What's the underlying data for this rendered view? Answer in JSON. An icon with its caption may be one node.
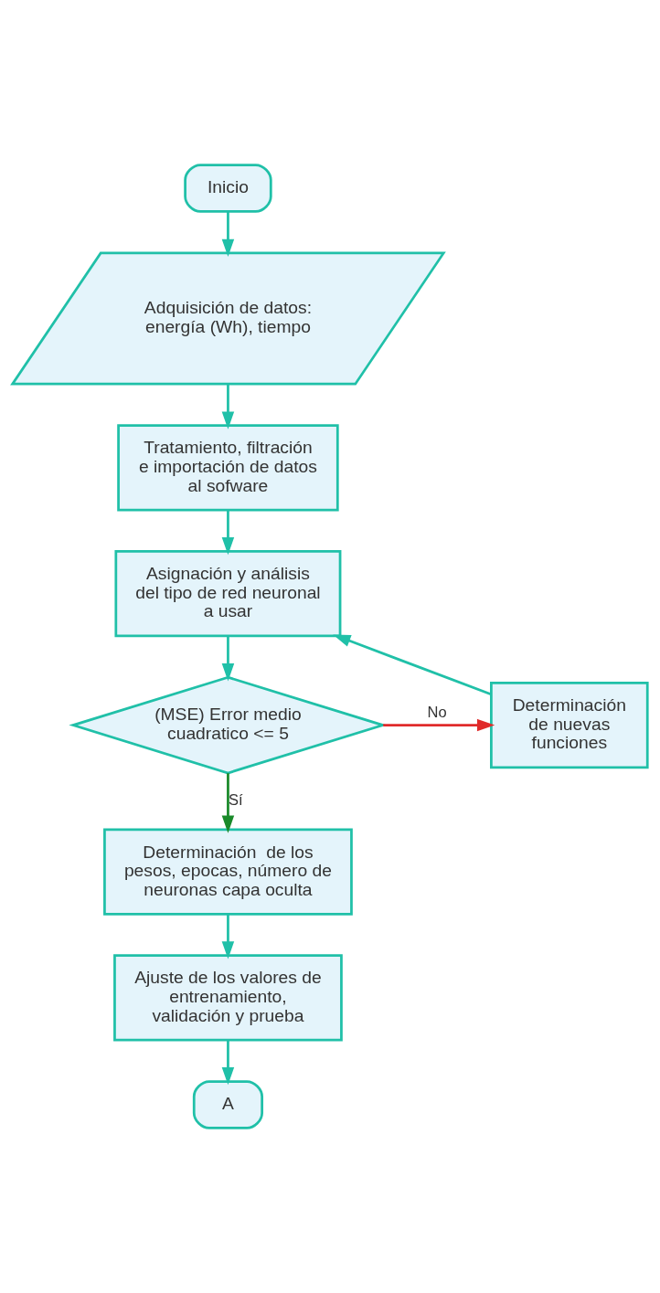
{
  "diagram": {
    "nodes": [
      {
        "text": [
          "Inicio"
        ]
      },
      {
        "text": [
          "Adquisición de datos: energía (Wh), tiempo"
        ]
      },
      {
        "text": [
          "Tratamiento, filtración e importación de datos al sofware"
        ]
      },
      {
        "text": [
          "Asignación y análisis del tipo de red neuronal a usar"
        ]
      },
      {
        "text": [
          "(MSE) Error medio cuadratico <= 5"
        ]
      },
      {
        "text": [
          "Determinación de nuevas funciones"
        ]
      },
      {
        "text": [
          "Determinación  de los pesos, epocas, número de neuronas capa oculta"
        ]
      },
      {
        "text": [
          "Ajuste de los valores de entrenamiento, validación y prueba"
        ]
      },
      {
        "text": [
          "A"
        ]
      }
    ],
    "edges": [
      {
        "from": 0,
        "to": 1,
        "arrow": "to"
      },
      {
        "from": 1,
        "to": 2,
        "arrow": "to"
      },
      {
        "from": 2,
        "to": 3,
        "arrow": "to"
      },
      {
        "from": 3,
        "to": 4,
        "arrow": "to"
      },
      {
        "from": 4,
        "to": 5,
        "arrow": "to",
        "label": "No",
        "color": "#e02a2a"
      },
      {
        "from": 5,
        "to": 3,
        "arrow": "to"
      },
      {
        "from": 4,
        "to": 6,
        "arrow": "to",
        "label": "Sí",
        "color": "#1a8a2a"
      },
      {
        "from": 6,
        "to": 7,
        "arrow": "to"
      },
      {
        "from": 7,
        "to": 8,
        "arrow": "to"
      }
    ]
  }
}
